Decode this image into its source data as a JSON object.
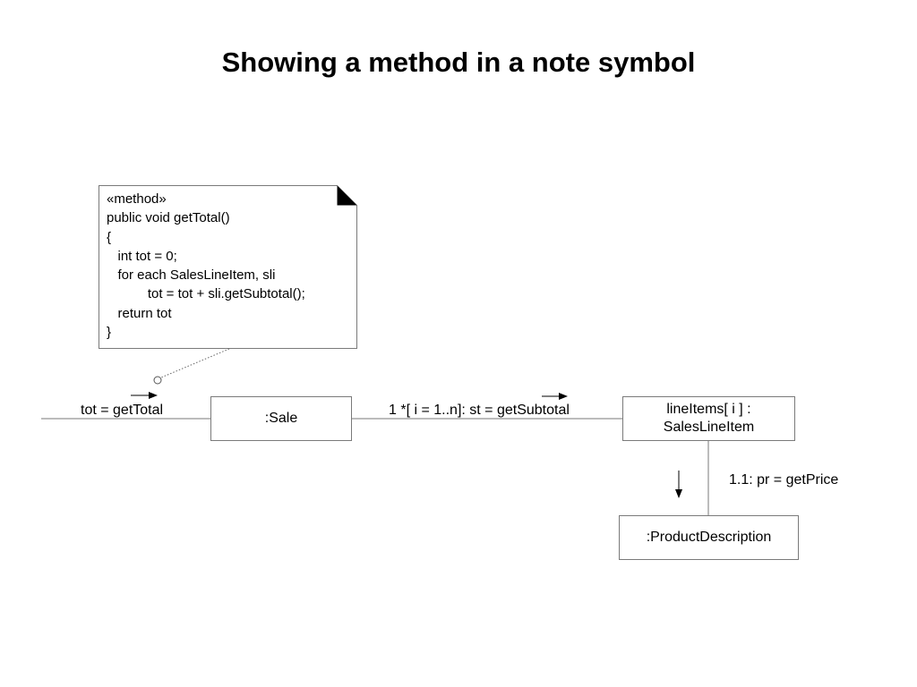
{
  "title": "Showing a method in a note symbol",
  "note": {
    "stereotype": "«method»",
    "lines": [
      "public void getTotal()",
      "{",
      "   int tot = 0;",
      "   for each SalesLineItem, sli",
      "           tot = tot + sli.getSubtotal();",
      "   return tot",
      "}"
    ]
  },
  "objects": {
    "sale": ":Sale",
    "line_items_line1": "lineItems[ i ] :",
    "line_items_line2": "SalesLineItem",
    "product_description": ":ProductDescription"
  },
  "messages": {
    "get_total": "tot = getTotal",
    "get_subtotal": "1 *[ i = 1..n]: st = getSubtotal",
    "get_price": "1.1: pr = getPrice"
  }
}
